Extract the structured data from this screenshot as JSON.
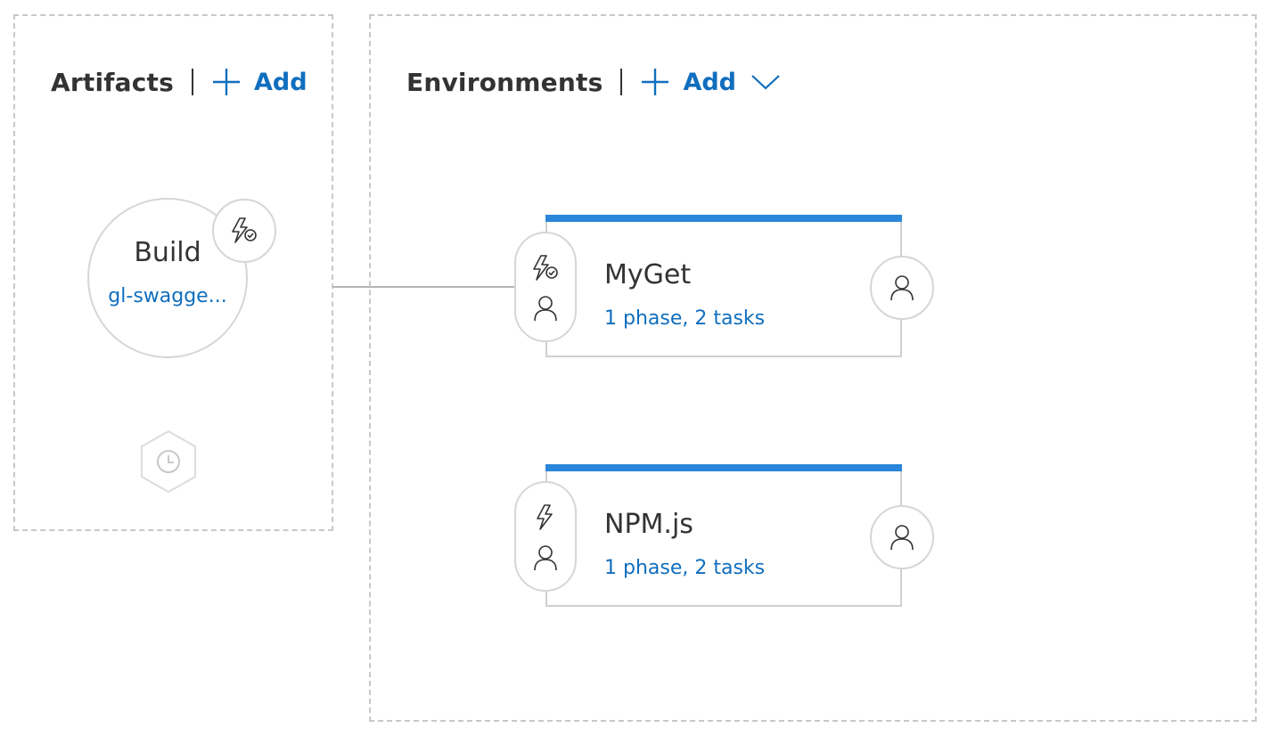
{
  "artifacts": {
    "title": "Artifacts",
    "add_label": "Add",
    "add_icon": "plus-icon",
    "build": {
      "title": "Build",
      "source": "gl-swagge...",
      "trigger_icon": "continuous-deployment-trigger-icon"
    },
    "schedule_icon": "schedule-clock-icon"
  },
  "environments": {
    "title": "Environments",
    "add_label": "Add",
    "add_icon": "plus-icon",
    "dropdown_icon": "chevron-down-icon",
    "items": [
      {
        "name": "MyGet",
        "detail": "1 phase, 2 tasks",
        "pre_trigger_icon": "trigger-enabled-icon",
        "pre_approval_icon": "person-icon",
        "post_approval_icon": "person-icon"
      },
      {
        "name": "NPM.js",
        "detail": "1 phase, 2 tasks",
        "pre_trigger_icon": "lightning-icon",
        "pre_approval_icon": "person-icon",
        "post_approval_icon": "person-icon"
      }
    ]
  },
  "colors": {
    "accent": "#106ebe",
    "card_top_bar": "#2a86d8",
    "border": "#d6d6d6",
    "text": "#333333"
  }
}
